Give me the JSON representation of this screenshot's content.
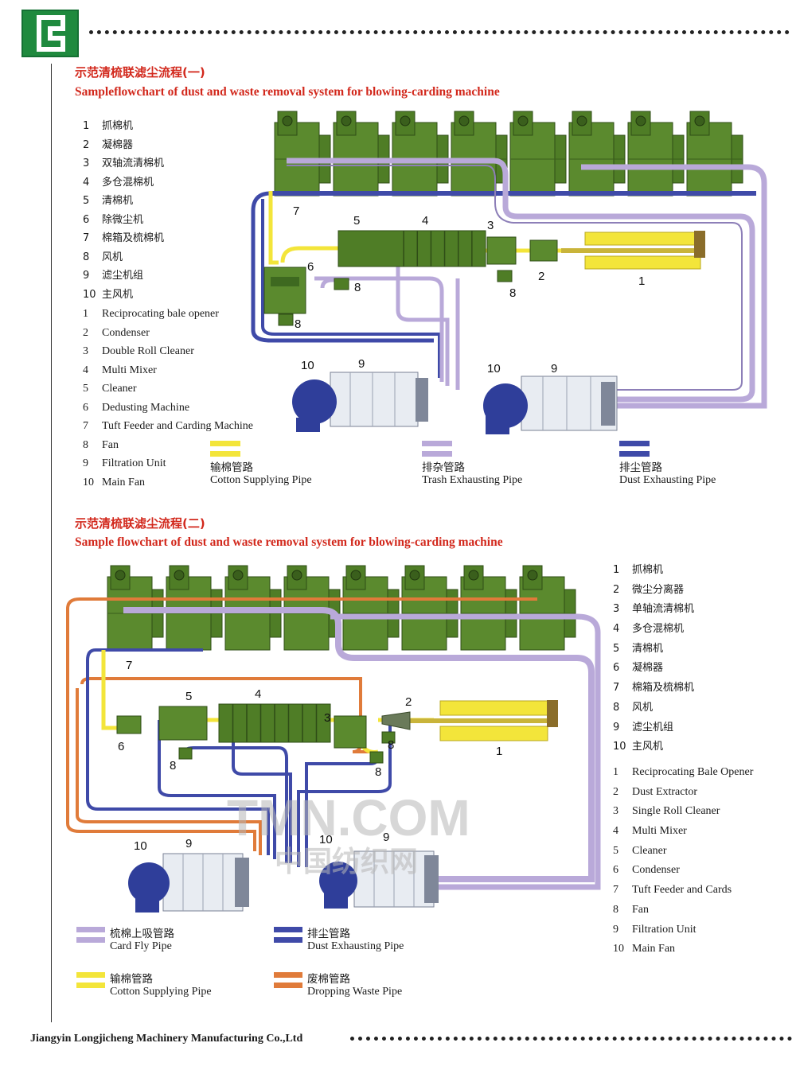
{
  "colors": {
    "brand_green": "#1f8a3e",
    "machine_green": "#5b8a2e",
    "title_red": "#d2281c",
    "yellow_pipe": "#f3e53a",
    "lilac_pipe": "#b9a9d9",
    "blue_pipe": "#3f4aa8",
    "orange_pipe": "#e07b3a"
  },
  "header": {
    "logo_icon": "company-logo-icon"
  },
  "section1": {
    "title_cn": "示范清梳联滤尘流程(一)",
    "title_en": "Sampleflowchart of dust and waste removal system for blowing-carding machine",
    "legend_cn": [
      {
        "num": "1",
        "label": "抓棉机"
      },
      {
        "num": "2",
        "label": "凝棉器"
      },
      {
        "num": "3",
        "label": "双轴流清棉机"
      },
      {
        "num": "4",
        "label": "多仓混棉机"
      },
      {
        "num": "5",
        "label": "清棉机"
      },
      {
        "num": "6",
        "label": "除微尘机"
      },
      {
        "num": "7",
        "label": "棉箱及梳棉机"
      },
      {
        "num": "8",
        "label": "风机"
      },
      {
        "num": "9",
        "label": "滤尘机组"
      },
      {
        "num": "10",
        "label": "主风机"
      }
    ],
    "legend_en": [
      {
        "num": "1",
        "label": "Reciprocating bale opener"
      },
      {
        "num": "2",
        "label": "Condenser"
      },
      {
        "num": "3",
        "label": "Double Roll Cleaner"
      },
      {
        "num": "4",
        "label": "Multi Mixer"
      },
      {
        "num": "5",
        "label": "Cleaner"
      },
      {
        "num": "6",
        "label": "Dedusting Machine"
      },
      {
        "num": "7",
        "label": "Tuft Feeder and Carding Machine"
      },
      {
        "num": "8",
        "label": "Fan"
      },
      {
        "num": "9",
        "label": "Filtration Unit"
      },
      {
        "num": "10",
        "label": "Main Fan"
      }
    ],
    "pipes": [
      {
        "cn": "输棉管路",
        "en": "Cotton Supplying Pipe",
        "color": "#f3e53a"
      },
      {
        "cn": "排杂管路",
        "en": "Trash Exhausting Pipe",
        "color": "#b9a9d9"
      },
      {
        "cn": "排尘管路",
        "en": "Dust Exhausting Pipe",
        "color": "#3f4aa8"
      }
    ],
    "labels": {
      "l1": "1",
      "l2": "2",
      "l3": "3",
      "l4": "4",
      "l5": "5",
      "l6": "6",
      "l7": "7",
      "l8a": "8",
      "l8b": "8",
      "l8c": "8",
      "l9a": "9",
      "l9b": "9",
      "l10a": "10",
      "l10b": "10"
    }
  },
  "section2": {
    "title_cn": "示范清梳联滤尘流程(二)",
    "title_en": "Sample flowchart of dust and waste removal system for blowing-carding machine",
    "legend_cn": [
      {
        "num": "1",
        "label": "抓棉机"
      },
      {
        "num": "2",
        "label": "微尘分离器"
      },
      {
        "num": "3",
        "label": "单轴流清棉机"
      },
      {
        "num": "4",
        "label": "多仓混棉机"
      },
      {
        "num": "5",
        "label": "清棉机"
      },
      {
        "num": "6",
        "label": "凝棉器"
      },
      {
        "num": "7",
        "label": "棉箱及梳棉机"
      },
      {
        "num": "8",
        "label": "风机"
      },
      {
        "num": "9",
        "label": "滤尘机组"
      },
      {
        "num": "10",
        "label": "主风机"
      }
    ],
    "legend_en": [
      {
        "num": "1",
        "label": "Reciprocating Bale Opener"
      },
      {
        "num": "2",
        "label": "Dust Extractor"
      },
      {
        "num": "3",
        "label": "Single Roll Cleaner"
      },
      {
        "num": "4",
        "label": "Multi Mixer"
      },
      {
        "num": "5",
        "label": "Cleaner"
      },
      {
        "num": "6",
        "label": "Condenser"
      },
      {
        "num": "7",
        "label": "Tuft Feeder and Cards"
      },
      {
        "num": "8",
        "label": "Fan"
      },
      {
        "num": "9",
        "label": "Filtration Unit"
      },
      {
        "num": "10",
        "label": "Main Fan"
      }
    ],
    "pipes": [
      {
        "cn": "梳棉上吸管路",
        "en": "Card Fly Pipe",
        "color": "#b9a9d9"
      },
      {
        "cn": "排尘管路",
        "en": "Dust Exhausting Pipe",
        "color": "#3f4aa8"
      },
      {
        "cn": "输棉管路",
        "en": "Cotton Supplying Pipe",
        "color": "#f3e53a"
      },
      {
        "cn": "废棉管路",
        "en": "Dropping Waste Pipe",
        "color": "#e07b3a"
      }
    ],
    "labels": {
      "l1": "1",
      "l2": "2",
      "l3": "3",
      "l4": "4",
      "l5": "5",
      "l6": "6",
      "l7": "7",
      "l8a": "8",
      "l8b": "8",
      "l8c": "8",
      "l9a": "9",
      "l9b": "9",
      "l10a": "10",
      "l10b": "10"
    }
  },
  "watermark": {
    "line1": "TMN.COM",
    "line2": "中国纺织网"
  },
  "footer": {
    "company": "Jiangyin Longjicheng Machinery Manufacturing Co.,Ltd"
  }
}
